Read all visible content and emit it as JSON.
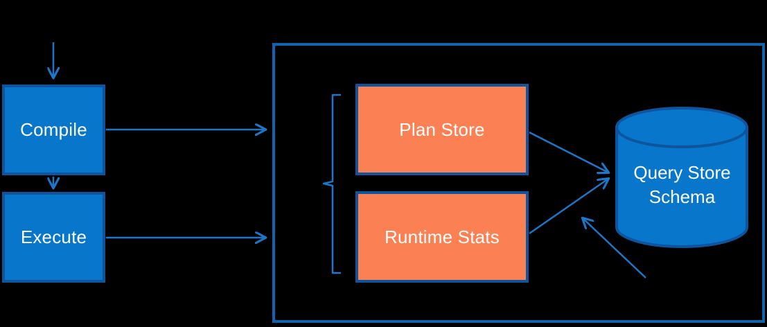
{
  "colors": {
    "background": "#000000",
    "box_blue": "#0776CB",
    "box_border": "#0E559E",
    "container_border": "#1164AC",
    "orange": "#FB8053",
    "arrow_blue": "#1E76C8",
    "text_white": "#FFFFFF"
  },
  "nodes": {
    "compile": {
      "label": "Compile"
    },
    "execute": {
      "label": "Execute"
    },
    "plan_store": {
      "label": "Plan Store"
    },
    "runtime_stats": {
      "label": "Runtime Stats"
    },
    "query_store_schema": {
      "label": "Query Store Schema"
    }
  }
}
